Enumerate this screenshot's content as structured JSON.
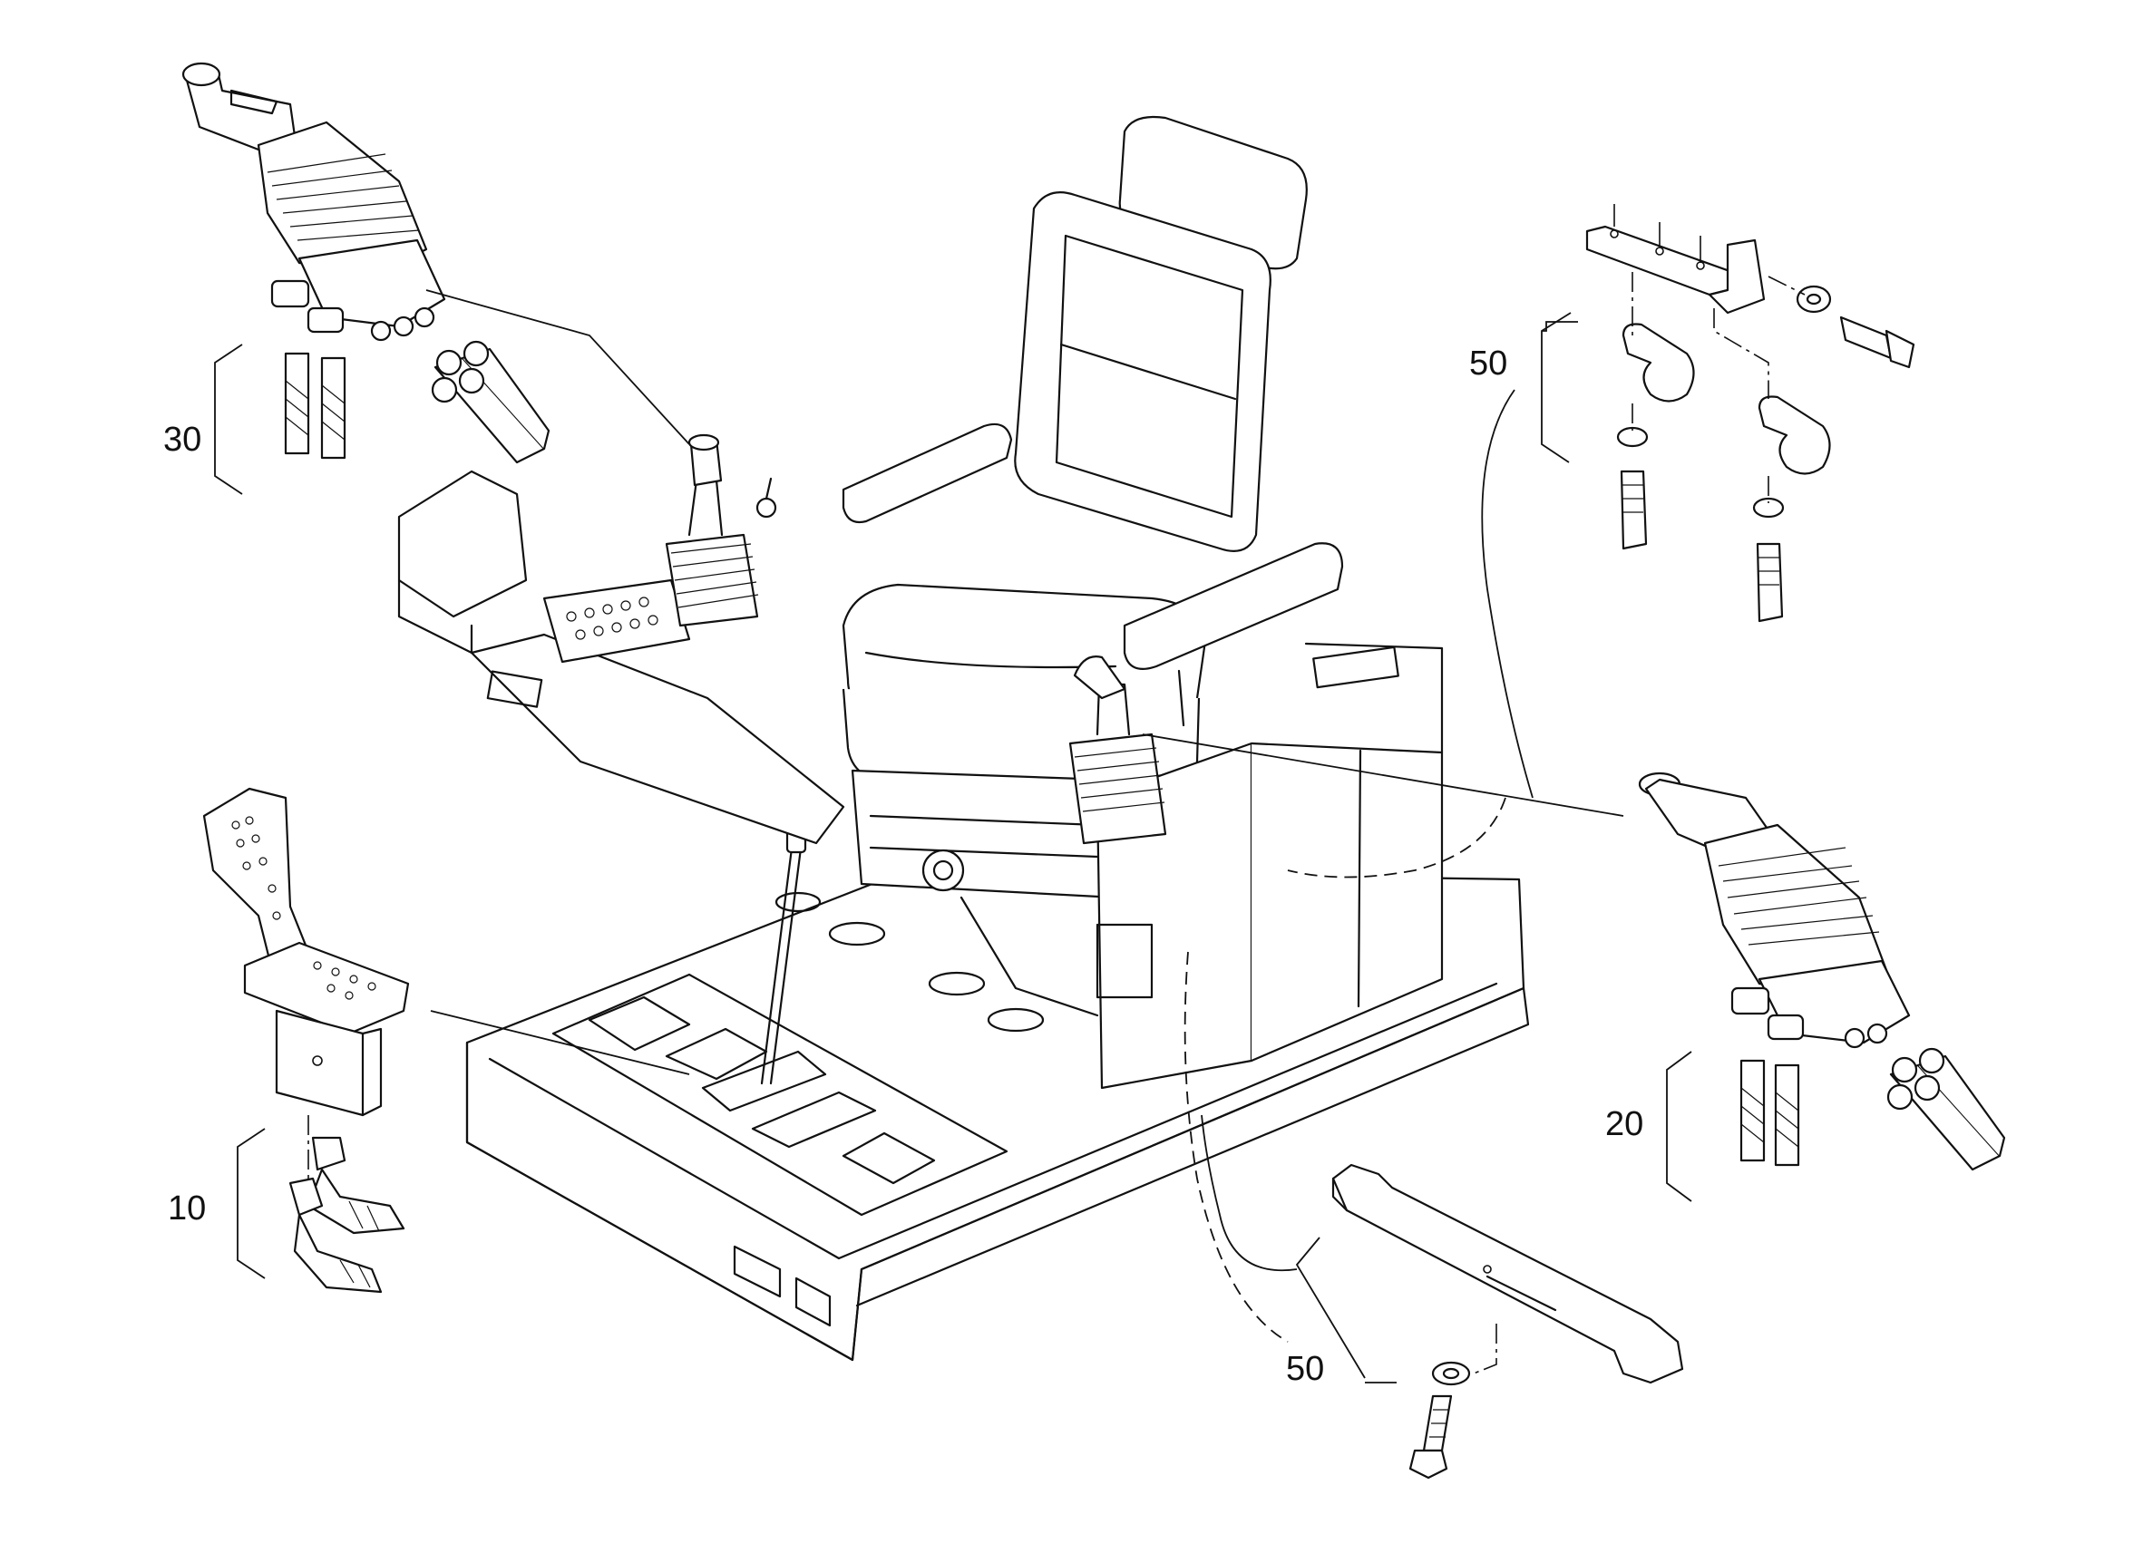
{
  "callouts": [
    {
      "id": "c30",
      "label": "30"
    },
    {
      "id": "c50a",
      "label": "50"
    },
    {
      "id": "c20",
      "label": "20"
    },
    {
      "id": "c10",
      "label": "10"
    },
    {
      "id": "c50b",
      "label": "50"
    }
  ]
}
